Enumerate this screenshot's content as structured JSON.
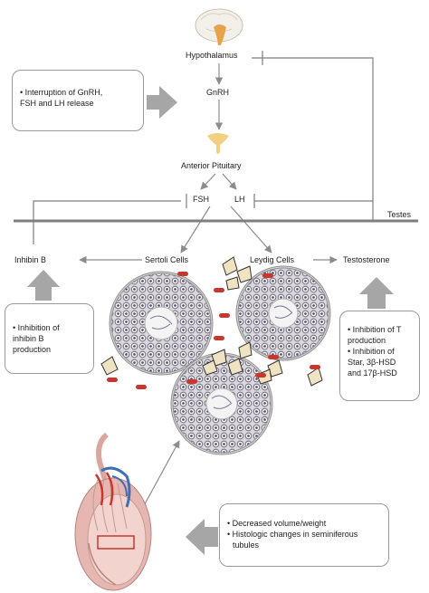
{
  "labels": {
    "hypothalamus": "Hypothalamus",
    "gnrh": "GnRH",
    "anterior_pituitary": "Anterior Pituitary",
    "fsh": "FSH",
    "lh": "LH",
    "testes": "Testes",
    "inhibin_b": "Inhibin B",
    "sertoli_cells": "Sertoli Cells",
    "leydig_cells": "Leydig Cells",
    "testosterone": "Testosterone"
  },
  "boxes": {
    "gnrh_box": [
      "• Interruption of GnRH,",
      "FSH and LH release"
    ],
    "inhibin_box": [
      "• Inhibition of",
      "inhibin B",
      "production"
    ],
    "testosterone_box": [
      "• Inhibition of T",
      "production",
      "• Inhibition of",
      "Star, 3β-HSD",
      "and 17β-HSD"
    ],
    "testis_box": [
      "• Decreased volume/weight",
      "• Histologic changes in seminiferous",
      "tubules"
    ]
  },
  "colors": {
    "arrow_gray": "#a6a6a6",
    "line_gray": "#7f7f7f",
    "tubule_fill": "#d9d9d9",
    "cell_purple": "#7a7290",
    "red_cell": "#c8372d",
    "leydig_fill": "#efe3c2",
    "testis_pink": "#e6b7b0",
    "vessel_blue": "#3b6fb6",
    "vessel_red": "#c8372d",
    "brain_orange": "#e8a34a",
    "pituitary_yellow": "#f2cf82"
  }
}
